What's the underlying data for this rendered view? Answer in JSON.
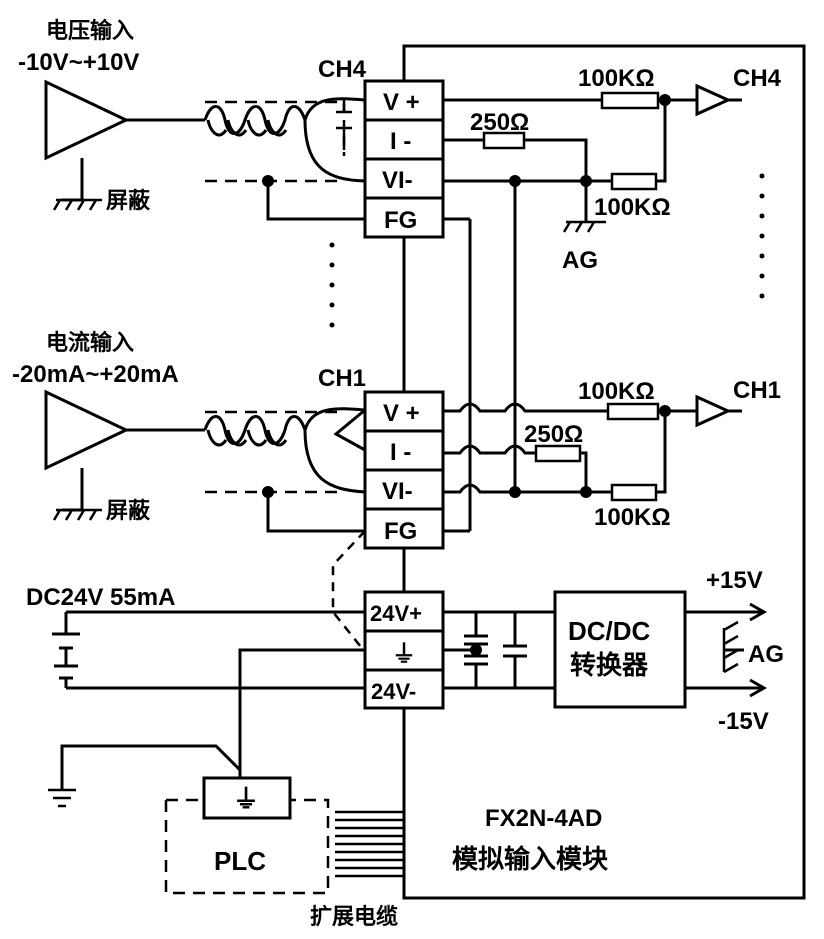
{
  "labels": {
    "voltage_input_title": "电压输入",
    "voltage_input_range": "-10V~+10V",
    "current_input_title": "电流输入",
    "current_input_range": "-20mA~+20mA",
    "shield_top": "屏蔽",
    "shield_bottom": "屏蔽",
    "dc_supply": "DC24V 55mA",
    "plc": "PLC",
    "ext_cable": "扩展电缆",
    "module_name": "FX2N-4AD",
    "module_desc": "模拟输入模块"
  },
  "ch4": {
    "label": "CH4",
    "terminals": [
      "V +",
      "I -",
      "VI-",
      "FG"
    ],
    "r_series": "100KΩ",
    "r_shunt": "250Ω",
    "r_ground": "100KΩ",
    "ag": "AG",
    "out_label": "CH4"
  },
  "ch1": {
    "label": "CH1",
    "terminals": [
      "V +",
      "I -",
      "VI-",
      "FG"
    ],
    "r_series": "100KΩ",
    "r_shunt": "250Ω",
    "r_ground": "100KΩ",
    "out_label": "CH1"
  },
  "power": {
    "terminals": [
      "24V+",
      "⏚",
      "24V-"
    ],
    "converter_line1": "DC/DC",
    "converter_line2": "转换器",
    "plus15": "+15V",
    "minus15": "-15V",
    "ag": "AG"
  },
  "ground_symbol": "⏚"
}
